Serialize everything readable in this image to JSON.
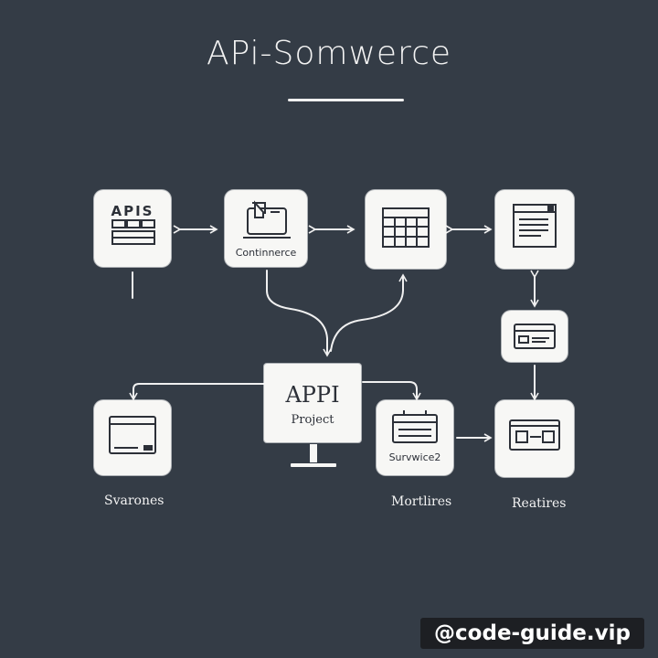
{
  "title": "APi-Somwerce",
  "nodes": {
    "apis": {
      "label": "APIS"
    },
    "commerce": {
      "label": "Continnerce"
    },
    "table": {
      "label": ""
    },
    "document": {
      "label": ""
    },
    "small_panel": {
      "label": ""
    },
    "app": {
      "label": "APPI",
      "sublabel": "Project"
    },
    "window_left": {
      "label": ""
    },
    "service": {
      "label": "Survwice2"
    },
    "right_panel": {
      "label": ""
    }
  },
  "captions": {
    "left": "Svarones",
    "middle": "Mortlires",
    "right": "Reatires"
  },
  "watermark": "@code-guide.vip",
  "colors": {
    "background": "#343c46",
    "node_fill": "#f7f7f5",
    "stroke": "#2c3038",
    "line": "#f0f0f0"
  }
}
